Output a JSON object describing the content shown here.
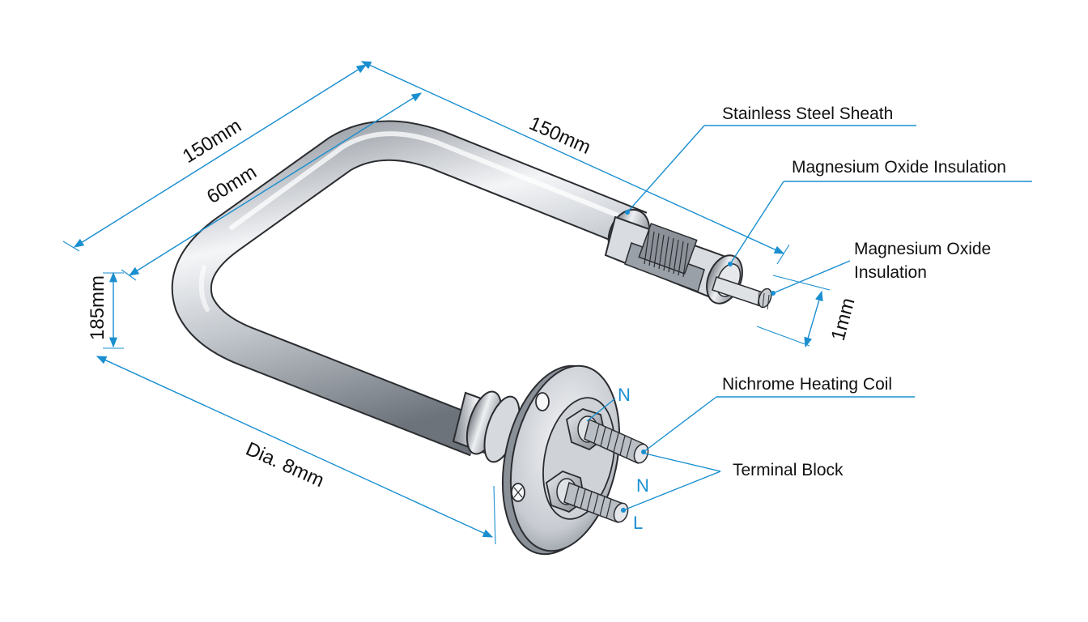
{
  "colors": {
    "accent": "#1a8fd0",
    "steel_light": "#f2f3f5",
    "steel_mid": "#b7bcc3",
    "steel_dark": "#6d737b",
    "outline": "#2a2c30"
  },
  "dimensions": {
    "outer_length": "150mm",
    "inner_length": "60mm",
    "leg_length": "150mm",
    "height": "185mm",
    "diameter": "Dia. 8mm",
    "pin_size": "1mm"
  },
  "callouts": {
    "sheath": "Stainless Steel Sheath",
    "mgo_insulation": "Magnesium Oxide Insulation",
    "mgo_insulation_2": "Magnesium Oxide Insulation",
    "heating_coil": "Nichrome Heating Coil",
    "terminal_block": "Terminal Block"
  },
  "terminals": {
    "upper_n": "N",
    "lower_n": "N",
    "live": "L"
  }
}
